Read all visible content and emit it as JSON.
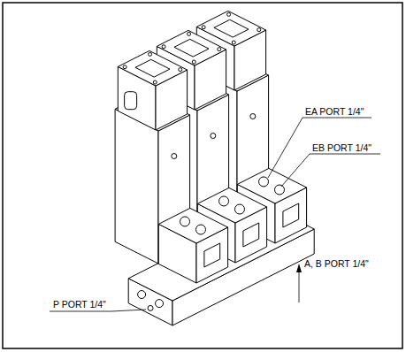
{
  "diagram": {
    "labels": [
      "EA PORT 1/4\"",
      "EB PORT 1/4\"",
      "A, B PORT 1/4\"",
      "P PORT 1/4\""
    ]
  }
}
